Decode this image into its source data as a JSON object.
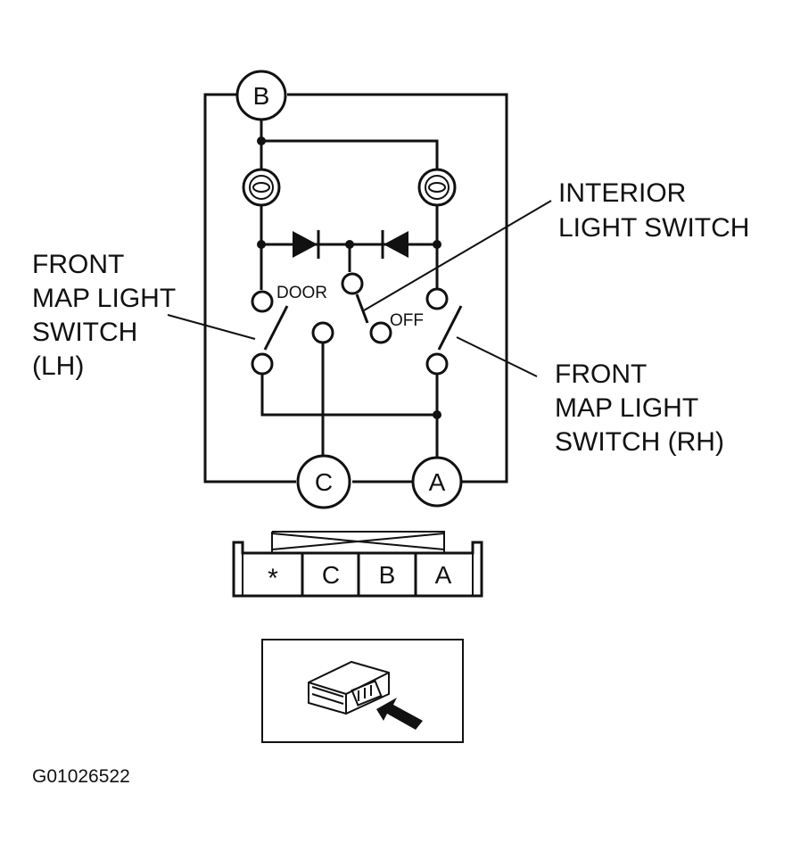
{
  "terminals": {
    "b": "B",
    "c": "C",
    "a": "A"
  },
  "labels": {
    "interior_switch": [
      "INTERIOR",
      "LIGHT SWITCH"
    ],
    "front_lh": [
      "FRONT",
      "MAP LIGHT",
      "SWITCH",
      "(LH)"
    ],
    "front_rh": [
      "FRONT",
      "MAP LIGHT",
      "SWITCH (RH)"
    ],
    "door": "DOOR",
    "off": "OFF"
  },
  "connector": {
    "pins": [
      "*",
      "C",
      "B",
      "A"
    ]
  },
  "figure_id": "G01026522"
}
